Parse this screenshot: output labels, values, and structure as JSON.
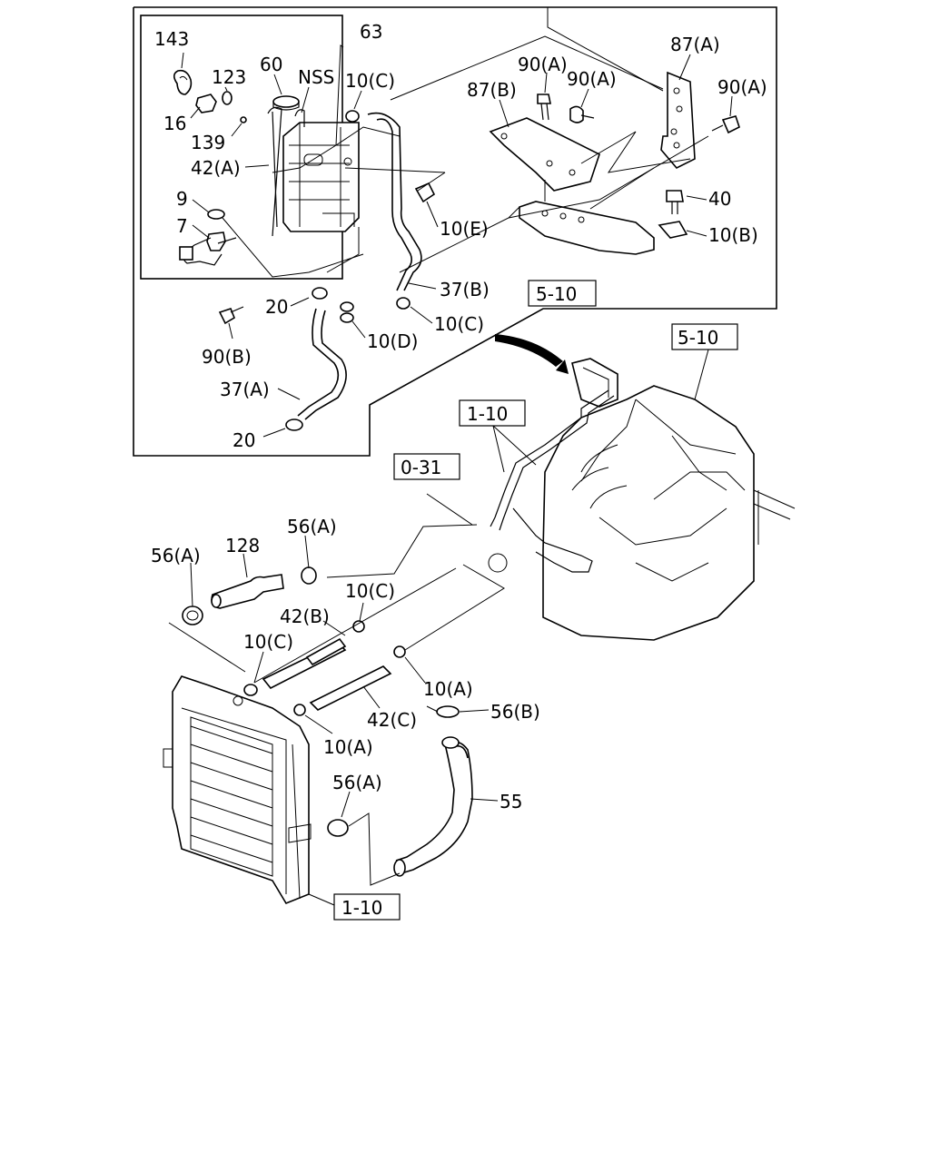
{
  "callouts": {
    "c143": "143",
    "c123": "123",
    "c60": "60",
    "cNSS": "NSS",
    "c63": "63",
    "c16": "16",
    "c139": "139",
    "c42A": "42(A)",
    "c9": "9",
    "c7": "7",
    "c10C_top": "10(C)",
    "c10E": "10(E)",
    "c37B": "37(B)",
    "c10C_mid": "10(C)",
    "c20_top": "20",
    "c10D": "10(D)",
    "c90B": "90(B)",
    "c37A": "37(A)",
    "c20_bot": "20",
    "c87A": "87(A)",
    "c90A_1": "90(A)",
    "c90A_2": "90(A)",
    "c87B": "87(B)",
    "c90A_3": "90(A)",
    "c40": "40",
    "c10B": "10(B)",
    "c56A_1": "56(A)",
    "c128": "128",
    "c56A_2": "56(A)",
    "c42B": "42(B)",
    "c10C_low1": "10(C)",
    "c10C_low2": "10(C)",
    "c10A_1": "10(A)",
    "c42C": "42(C)",
    "c56B": "56(B)",
    "c10A_2": "10(A)",
    "c56A_3": "56(A)",
    "c55": "55"
  },
  "refs": {
    "r5_10_inset": "5-10",
    "r5_10_engine": "5-10",
    "r1_10_upper": "1-10",
    "r0_31": "0-31",
    "r1_10_lower": "1-10"
  }
}
